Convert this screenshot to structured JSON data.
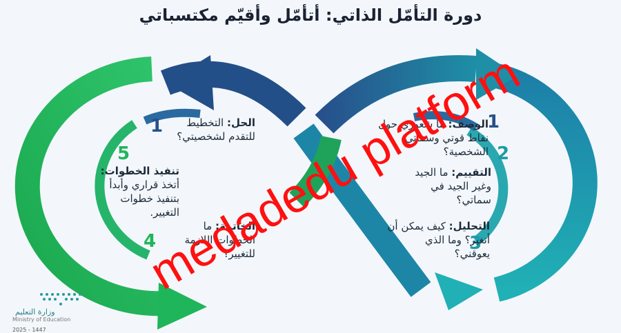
{
  "title": "دورة التأمّل الذاتي: أتأمّل وأقيّم مكتسباتي",
  "steps": {
    "s1_right": {
      "num": "1",
      "head": "الوصف:",
      "text": "ما شعوري حول نقاط قوتي وسماتي الشخصية؟"
    },
    "s2": {
      "num": "2",
      "head": "التقييم:",
      "text": "ما الجيد وغير الجيد في سماتي؟"
    },
    "s3": {
      "num": "3",
      "head": "التحليل:",
      "text": "كيف يمكن أن أتغير؟ وما الذي يعوقني؟"
    },
    "s4": {
      "num": "4",
      "head": "الخاتمة:",
      "text": "ما الخطوات اللازمة للتغيير؟"
    },
    "s5": {
      "num": "5",
      "head": "تنفيذ الخطوات:",
      "text": "أتخذ قراري وأبدأ بتنفيذ خطوات التغيير."
    },
    "s1_left": {
      "num": "1",
      "head": "الحل:",
      "text": "التخطيط للتقدم لشخصيتي؟"
    }
  },
  "logo": {
    "arabic": "وزارة التعليم",
    "english": "Ministry of Education",
    "year": "2025 - 1447"
  },
  "watermark": "medadedu platform",
  "colors": {
    "dark_blue": "#1f4f86",
    "teal": "#1e9aa8",
    "green": "#1fb55a",
    "light_green": "#4cc97a",
    "red": "#ff1010"
  }
}
